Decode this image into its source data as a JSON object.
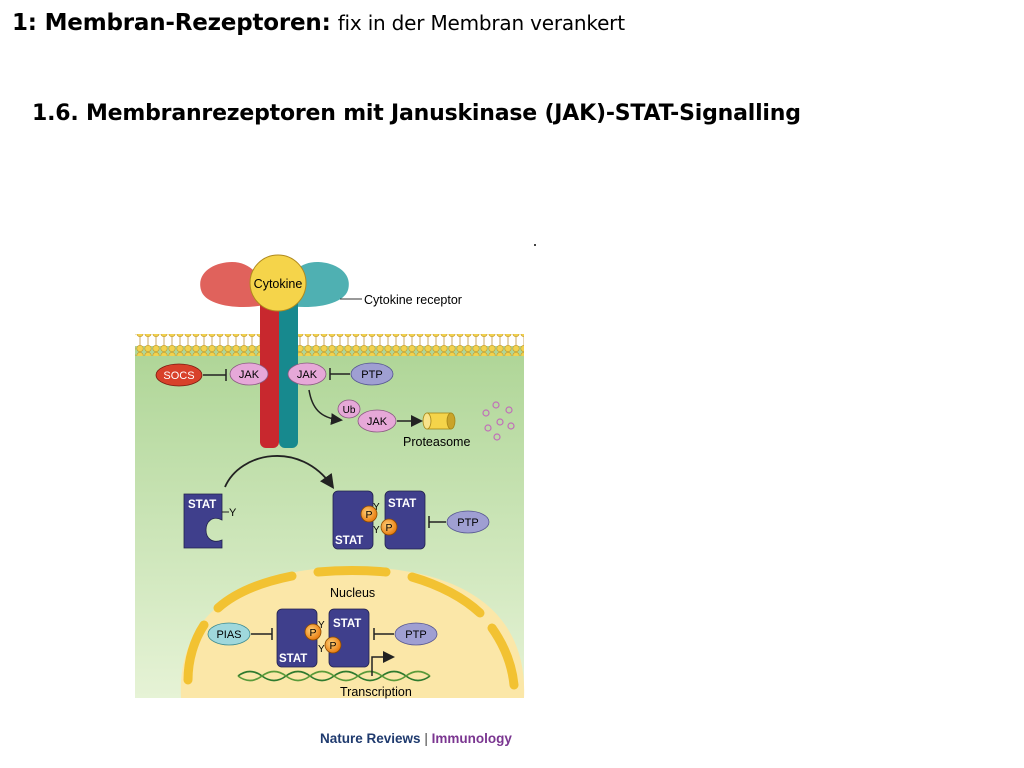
{
  "slide": {
    "title_bold": "1: Membran-Rezeptoren:",
    "title_rest": "fix in der Membran verankert",
    "subtitle": "1.6. Membranrezeptoren mit Januskinase (JAK)-STAT-Signalling"
  },
  "diagram": {
    "cytokine": "Cytokine",
    "cytokine_receptor": "Cytokine receptor",
    "socs": "SOCS",
    "jak": "JAK",
    "ptp": "PTP",
    "ub": "Ub",
    "proteasome": "Proteasome",
    "stat": "STAT",
    "y": "Y",
    "p": "P",
    "nucleus": "Nucleus",
    "pias": "PIAS",
    "transcription": "Transcription",
    "colors": {
      "receptor_left": "#c8282e",
      "receptor_left_head": "#e0625c",
      "receptor_right": "#17898e",
      "receptor_right_head": "#4fb0b2",
      "cytokine": "#f5d44a",
      "jak": "#e6a8d8",
      "ptp": "#9f9fd2",
      "socs": "#d8412a",
      "stat": "#3f3f8c",
      "phospho": "#f39a1e",
      "nucleus_fill": "#fbe7a8",
      "cytoplasm": "#bfe0a6"
    }
  },
  "credit": {
    "journal": "Nature Reviews",
    "separator": "|",
    "field": "Immunology"
  }
}
